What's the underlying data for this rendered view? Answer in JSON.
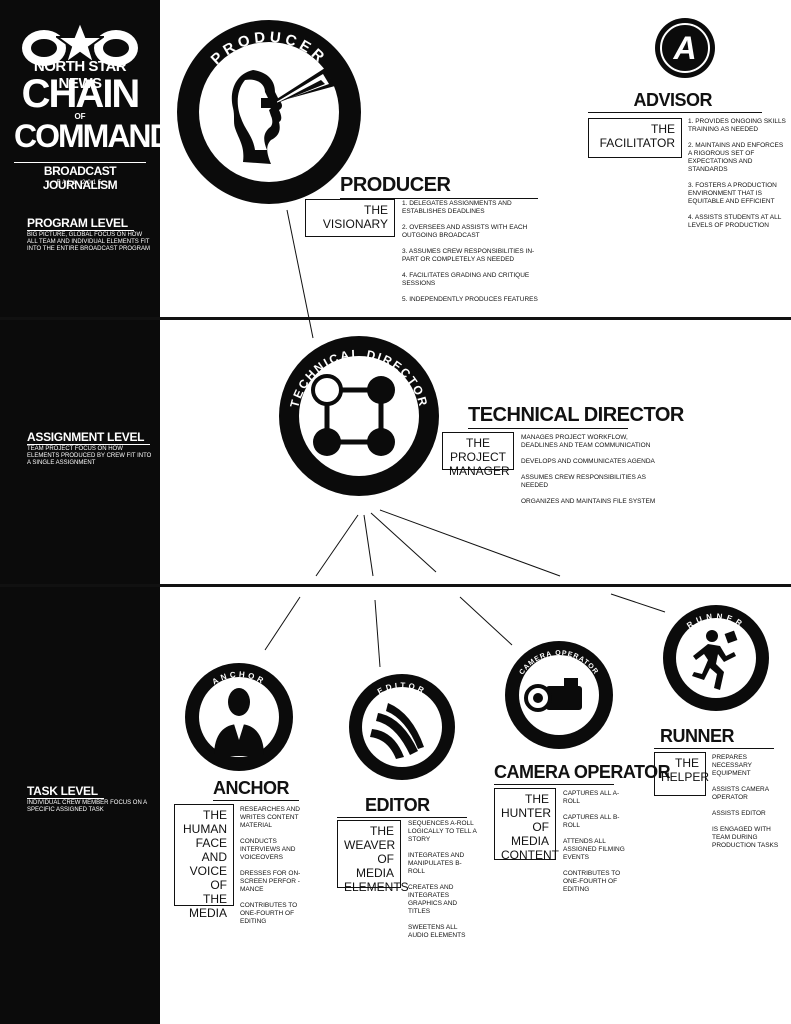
{
  "masthead": {
    "top_line": "NORTH STAR NEWS",
    "chain": "CHAIN",
    "of": "OF",
    "command": "COMMAND",
    "subtitle": "BROADCAST JOURNALISM",
    "term": "FALL 2015"
  },
  "levels": [
    {
      "title": "PROGRAM LEVEL",
      "description": "Big picture, global focus on how all team and individual elements fit into the entire broadcast program"
    },
    {
      "title": "ASSIGNMENT LEVEL",
      "description": "Team project focus on how elements produced by crew fit into a single assignment"
    },
    {
      "title": "TASK LEVEL",
      "description": "Individual crew member focus on a specific assigned task"
    }
  ],
  "roles": {
    "producer": {
      "badge_text": "PRODUCER",
      "title": "PRODUCER",
      "tag_line1": "THE",
      "tag_line2": "VISIONARY",
      "duties": [
        "1. Delegates assignments and establishes deadlines",
        "2. Oversees and assists with each outgoing broadcast",
        "3. Assumes crew responsibilities in-part or completely as needed",
        "4. Facilitates grading and critique sessions",
        "5. Independently produces features"
      ]
    },
    "advisor": {
      "badge_letter": "A",
      "title": "ADVISOR",
      "tag_line1": "THE",
      "tag_line2": "FACILITATOR",
      "duties": [
        "1. Provides ongoing skills training as needed",
        "2. Maintains and enforces a rigorous set of expectations and standards",
        "3. Fosters a production environment that is equitable and efficient",
        "4. Assists students at all levels of production"
      ]
    },
    "technical_director": {
      "badge_text": "TECHNICAL DIRECTOR",
      "title": "TECHNICAL DIRECTOR",
      "tag_line1": "THE PROJECT",
      "tag_line2": "MANAGER",
      "duties": [
        "Manages project workflow, deadlines and team communication",
        "Develops and communicates agenda",
        "Assumes crew responsibilities as needed",
        "Organizes and maintains file system"
      ]
    },
    "anchor": {
      "badge_text": "ANCHOR",
      "title": "ANCHOR",
      "tag_lines": [
        "THE",
        "HUMAN",
        "FACE AND",
        "VOICE OF",
        "THE",
        "MEDIA"
      ],
      "duties": [
        "Researches and writes content material",
        "Conducts interviews and voiceovers",
        "Dresses for on-screen perfor - mance",
        "Contributes to one-fourth of editing"
      ]
    },
    "editor": {
      "badge_text": "EDITOR",
      "title": "EDITOR",
      "tag_lines": [
        "THE",
        "WEAVER",
        "OF MEDIA",
        "ELEMENTS"
      ],
      "duties": [
        "Sequences A-roll logically to tell a story",
        "Integrates and manipulates B-roll",
        "Creates and integrates graphics and titles",
        "Sweetens all audio elements"
      ]
    },
    "camera_operator": {
      "badge_text": "CAMERA OPERATOR",
      "title": "CAMERA OPERATOR",
      "tag_lines": [
        "THE",
        "HUNTER",
        "OF MEDIA",
        "CONTENT"
      ],
      "duties": [
        "Captures all A-roll",
        "Captures all B-roll",
        "Attends all assigned filming events",
        "Contributes to one-fourth of editing"
      ]
    },
    "runner": {
      "badge_text": "RUNNER",
      "title": "RUNNER",
      "tag_lines": [
        "THE",
        "HELPER"
      ],
      "duties": [
        "Prepares necessary equipment",
        "Assists camera operator",
        "Assists editor",
        "Is engaged with team during production tasks"
      ]
    }
  }
}
